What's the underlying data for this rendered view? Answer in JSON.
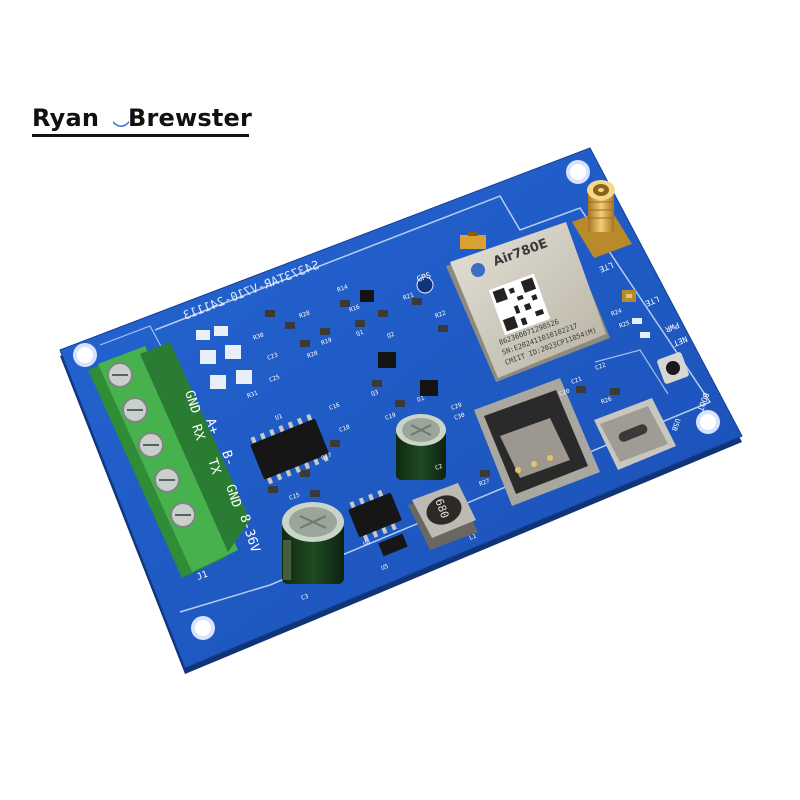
{
  "watermark": {
    "left": "Ryan",
    "right": "Brewster"
  },
  "board": {
    "revision": "S4373TAR-V710-241113",
    "terminal_labels": [
      "GND",
      "A+",
      "RX",
      "B-",
      "TX",
      "GND",
      "8-36V"
    ],
    "terminal_ref": "J1",
    "module_brand": "Air780E",
    "module_lines": [
      "862360071298526",
      "SN:E202411010102217",
      "CMIIT ID:2023CP11854(M)"
    ],
    "inductor_marking": "680",
    "antenna_labels": {
      "lte": "LTE",
      "lte2": "LTE",
      "gps": "GPS",
      "pwr": "PWR",
      "net": "NET",
      "boot": "BOOT",
      "usb": "USB"
    },
    "component_refs": [
      "C2",
      "C3",
      "C15",
      "C16",
      "C17",
      "C18",
      "C19",
      "C20",
      "C21",
      "C22",
      "C23",
      "C25",
      "C29",
      "C30",
      "R14",
      "R16",
      "R19",
      "R20",
      "R21",
      "R22",
      "R24",
      "R25",
      "R26",
      "R27",
      "R28",
      "R30",
      "R31",
      "Q1",
      "Q2",
      "Q3",
      "L1",
      "U1",
      "U5",
      "U8",
      "D1"
    ]
  },
  "colors": {
    "board": "#1c58c4",
    "board_dark": "#123f95",
    "terminal": "#3ea845",
    "shield": "#c8c4b6",
    "gold": "#d4a24a"
  }
}
